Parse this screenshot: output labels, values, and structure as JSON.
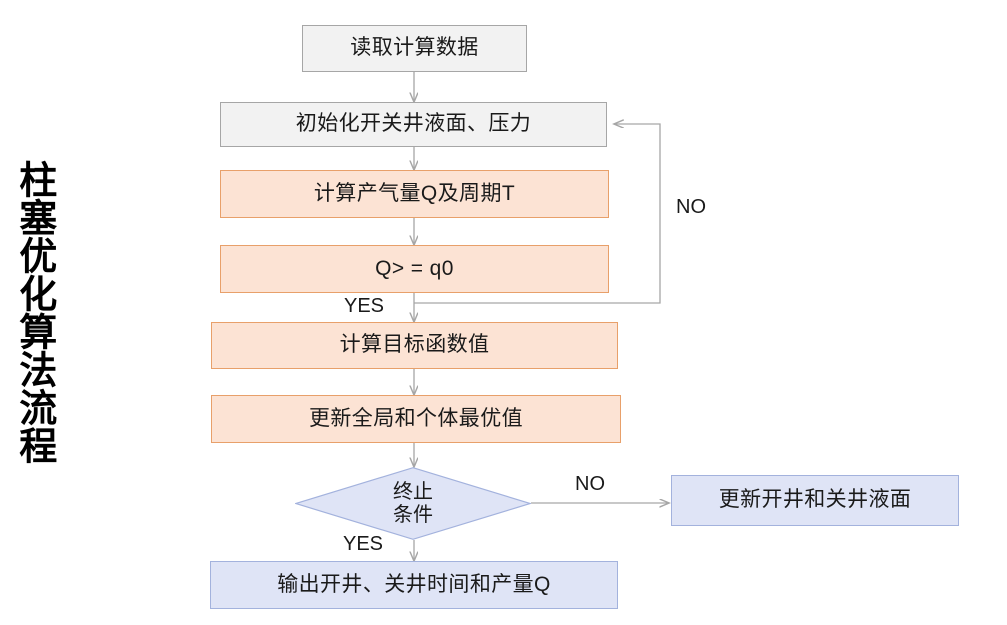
{
  "figure": {
    "side_title": "柱塞优化算法流程",
    "colors": {
      "gray_fill": "#f2f2f2",
      "gray_border": "#a6a6a6",
      "orange_fill": "#fce3d4",
      "orange_border": "#e8a06a",
      "blue_fill": "#dfe4f6",
      "blue_border": "#a3b2dd",
      "connector": "#a6a6a6",
      "text": "#1a1a1a",
      "background": "#ffffff"
    }
  },
  "nodes": {
    "read_data": "读取计算数据",
    "init": "初始化开关井液面、压力",
    "calc_q_t": "计算产气量Q及周期T",
    "condition_q": "Q> = q0",
    "objective": "计算目标函数值",
    "update_best": "更新全局和个体最优值",
    "terminate_line1": "终止",
    "terminate_line2": "条件",
    "update_levels": "更新开井和关井液面",
    "output": "输出开井、关井时间和产量Q"
  },
  "edge_labels": {
    "q_no": "NO",
    "q_yes": "YES",
    "terminate_no": "NO",
    "terminate_yes": "YES"
  }
}
